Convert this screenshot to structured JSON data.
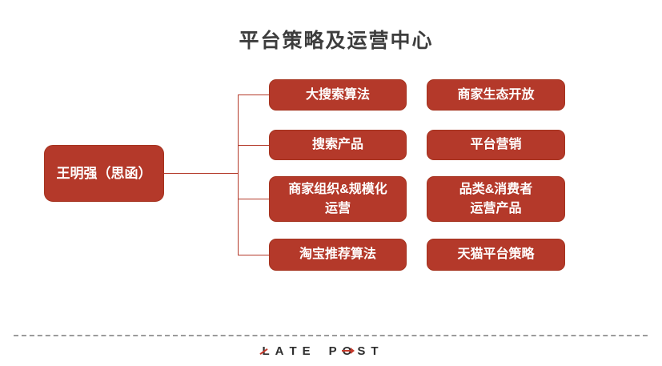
{
  "title": "平台策略及运营中心",
  "root": {
    "label": "王明强（思函）"
  },
  "branches": {
    "col1": [
      {
        "label": "大搜索算法"
      },
      {
        "label": "搜索产品"
      },
      {
        "label": "商家组织&规模化\n运营"
      },
      {
        "label": "淘宝推荐算法"
      }
    ],
    "col2": [
      {
        "label": "商家生态开放"
      },
      {
        "label": "平台营销"
      },
      {
        "label": "品类&消费者\n运营产品"
      },
      {
        "label": "天猫平台策略"
      }
    ]
  },
  "footer": {
    "brand_letters": [
      "L",
      "A",
      "T",
      "E",
      "P",
      "O",
      "S",
      "T"
    ]
  },
  "colors": {
    "node_red": "#B4392A",
    "connector_red": "#B4392A",
    "title_text": "#3D3D3D",
    "node_text": "#FFFFFF",
    "divider_gray": "#9B9B9B",
    "brand_text": "#2E2E2E",
    "brand_accent": "#C4392B"
  }
}
